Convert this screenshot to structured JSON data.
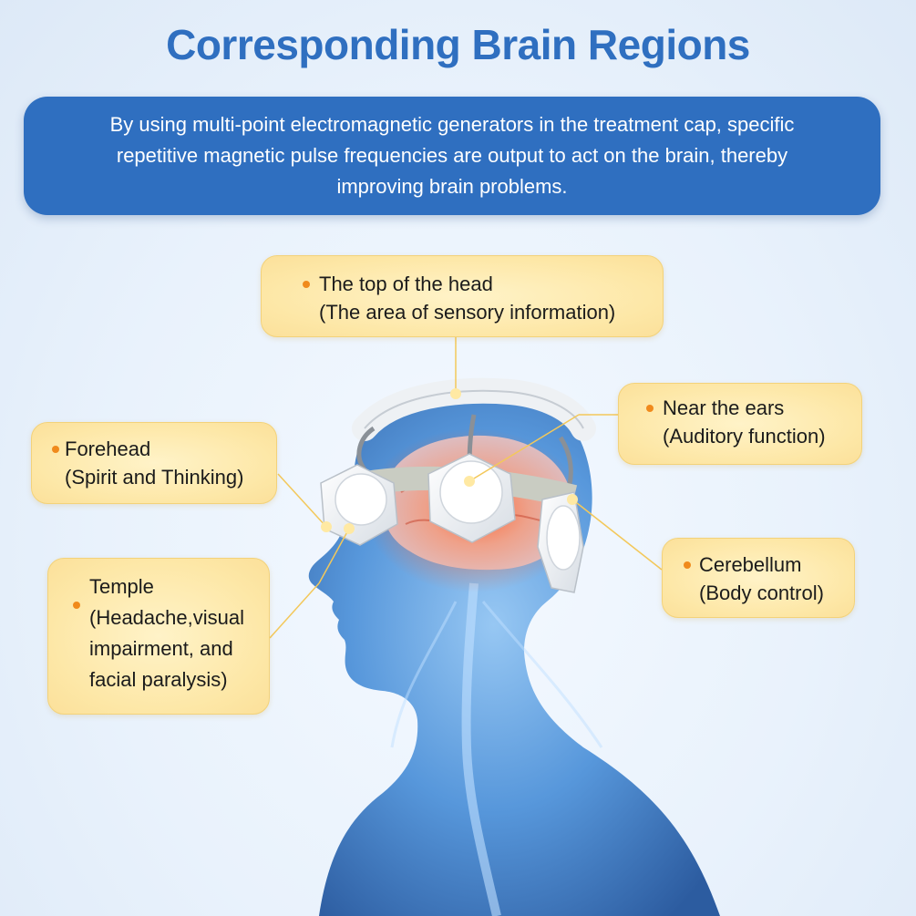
{
  "title": "Corresponding Brain Regions",
  "banner": {
    "line1": "By using multi-point electromagnetic generators in the treatment cap, specific",
    "line2": "repetitive magnetic pulse frequencies are output to act on the brain, thereby",
    "line3": "improving brain problems."
  },
  "callouts": {
    "top_head": {
      "name": "The top of the head",
      "desc": "(The area of sensory information)"
    },
    "near_ears": {
      "name": "Near the ears",
      "desc": "(Auditory function)"
    },
    "forehead": {
      "name": "Forehead",
      "desc": "(Spirit and Thinking)"
    },
    "cerebellum": {
      "name": "Cerebellum",
      "desc": "(Body control)"
    },
    "temple": {
      "name": "Temple",
      "desc1": "(Headache,visual",
      "desc2": "impairment, and",
      "desc3": "facial paralysis)"
    }
  },
  "colors": {
    "title_blue": "#2f6fc0",
    "banner_blue": "#2f6fc0",
    "callout_fill": "#fde7a6",
    "bullet_orange": "#f08a1c",
    "body_blue": "#3f86d6"
  }
}
